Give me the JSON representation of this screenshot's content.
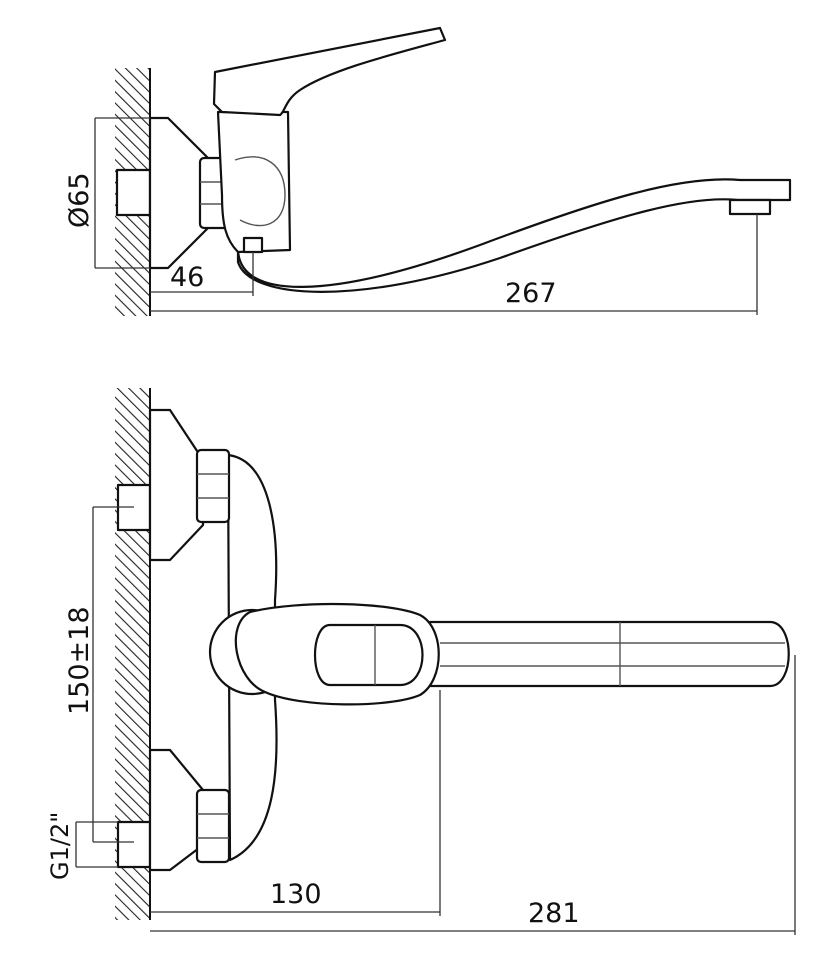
{
  "top_view": {
    "diameter_label": "Ø65",
    "offset_label": "46",
    "spout_reach_label": "267"
  },
  "front_view": {
    "inlet_spacing_label": "150±18",
    "thread_label": "G1/2\"",
    "handle_reach_label": "130",
    "spout_reach_label": "281"
  }
}
